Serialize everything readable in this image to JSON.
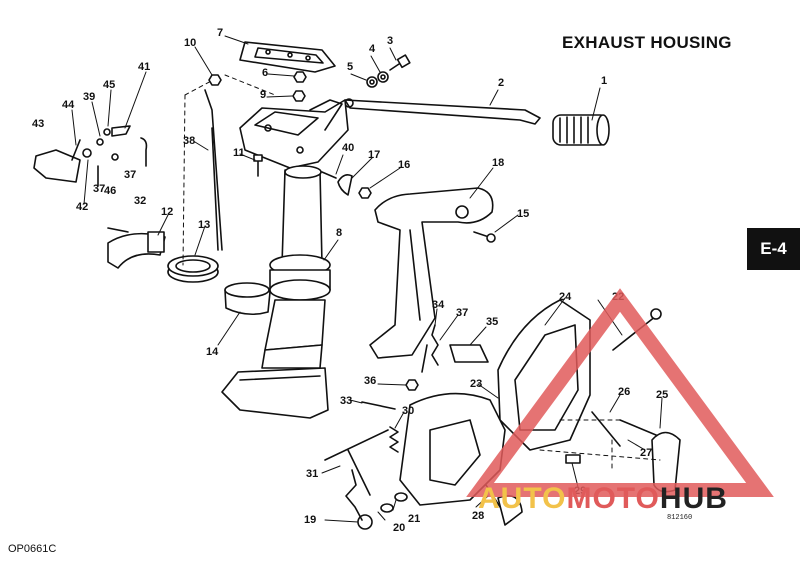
{
  "title": "EXHAUST HOUSING",
  "section_tab": "E-4",
  "figure_code": "OP0661C",
  "small_code": "812160",
  "watermark": {
    "auto": "AUTO",
    "moto": "MOTO",
    "hub": "HUB",
    "color_auto": "#f2c24a",
    "color_moto": "#e05a5a",
    "color_hub": "#222222",
    "triangle_color": "#e05a5a"
  },
  "part_labels": [
    "1",
    "2",
    "3",
    "4",
    "5",
    "6",
    "7",
    "8",
    "9",
    "10",
    "11",
    "12",
    "13",
    "14",
    "15",
    "16",
    "17",
    "18",
    "19",
    "20",
    "21",
    "22",
    "23",
    "24",
    "25",
    "26",
    "27",
    "28",
    "29",
    "30",
    "31",
    "32",
    "33",
    "34",
    "35",
    "36",
    "37",
    "37",
    "37",
    "38",
    "39",
    "40",
    "41",
    "42",
    "43",
    "44",
    "45",
    "46"
  ]
}
